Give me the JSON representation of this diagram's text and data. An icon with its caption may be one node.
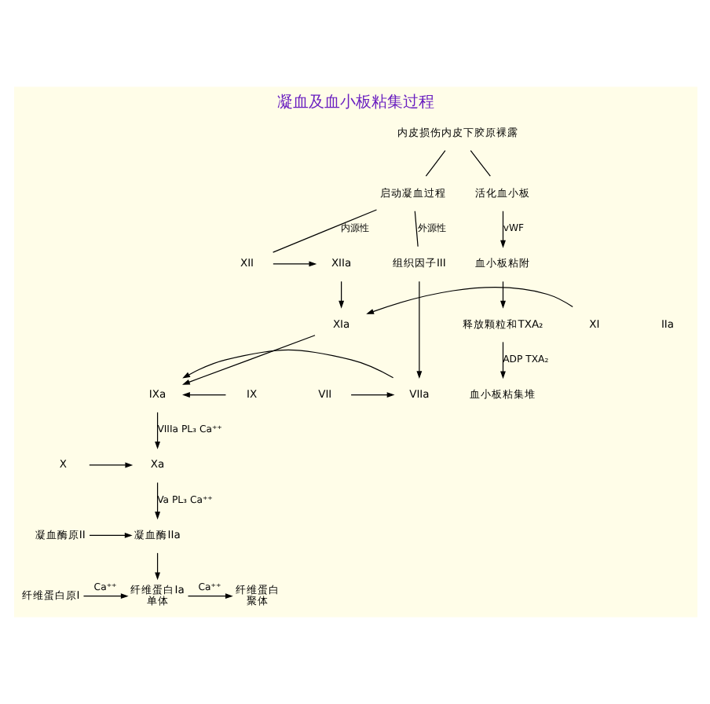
{
  "diagram": {
    "title": "凝血及血小板粘集过程",
    "nodes": [
      {
        "text": [
          "内皮损伤内皮下胶原裸露"
        ]
      },
      {
        "text": [
          "启动凝血过程"
        ]
      },
      {
        "text": [
          "活化血小板"
        ]
      },
      {
        "text": [
          "XII"
        ]
      },
      {
        "text": [
          "XIIa"
        ]
      },
      {
        "text": [
          "组织因子III"
        ]
      },
      {
        "text": [
          "XI"
        ]
      },
      {
        "text": [
          "XIa"
        ]
      },
      {
        "text": [
          "IX"
        ]
      },
      {
        "text": [
          "IXa"
        ]
      },
      {
        "text": [
          "VIIa"
        ]
      },
      {
        "text": [
          "VII"
        ]
      },
      {
        "text": [
          "X"
        ]
      },
      {
        "text": [
          "Xa"
        ]
      },
      {
        "text": [
          "凝血酶原II"
        ]
      },
      {
        "text": [
          "凝血酶IIa"
        ]
      },
      {
        "text": [
          "纤维蛋白原I"
        ]
      },
      {
        "text": [
          "纤维蛋白Ia",
          "单体"
        ]
      },
      {
        "text": [
          "纤维蛋白",
          "聚体"
        ]
      },
      {
        "text": [
          "血小板粘附"
        ]
      },
      {
        "text": [
          "释放颗粒和TXA₂"
        ]
      },
      {
        "text": [
          "血小板粘集堆"
        ]
      }
    ],
    "edges": [
      {
        "from": 0,
        "to": 1,
        "arrow": "none"
      },
      {
        "from": 0,
        "to": 2,
        "arrow": "none"
      },
      {
        "from": 1,
        "to": 3,
        "arrow": "none",
        "label": "内源性"
      },
      {
        "from": 1,
        "to": 5,
        "arrow": "none",
        "label": "外源性"
      },
      {
        "from": 3,
        "to": 4,
        "arrow": "to"
      },
      {
        "from": 4,
        "to": 7,
        "arrow": "to"
      },
      {
        "from": 6,
        "to": 7,
        "arrow": "to"
      },
      {
        "from": 7,
        "to": 9,
        "arrow": "to"
      },
      {
        "from": 8,
        "to": 9,
        "arrow": "to"
      },
      {
        "from": 5,
        "to": 10,
        "arrow": "to"
      },
      {
        "from": 11,
        "to": 10,
        "arrow": "to"
      },
      {
        "from": 10,
        "to": 9,
        "arrow": "to"
      },
      {
        "from": 9,
        "to": 13,
        "arrow": "to",
        "label": "VIIIa PL₃ Ca⁺⁺"
      },
      {
        "from": 12,
        "to": 13,
        "arrow": "to"
      },
      {
        "from": 13,
        "to": 15,
        "arrow": "to",
        "label": "Va PL₃ Ca⁺⁺"
      },
      {
        "from": 14,
        "to": 15,
        "arrow": "to"
      },
      {
        "from": 15,
        "to": 17,
        "arrow": "to"
      },
      {
        "from": 16,
        "to": 17,
        "arrow": "to",
        "label": "Ca⁺⁺"
      },
      {
        "from": 17,
        "to": 18,
        "arrow": "to",
        "label": "Ca⁺⁺"
      },
      {
        "from": 2,
        "to": 19,
        "arrow": "to",
        "label": "vWF"
      },
      {
        "from": 19,
        "to": 20,
        "arrow": "to"
      },
      {
        "from": 20,
        "to": 21,
        "arrow": "to",
        "label": "ADP TXA₂"
      }
    ],
    "labels": [
      "IIa"
    ]
  }
}
